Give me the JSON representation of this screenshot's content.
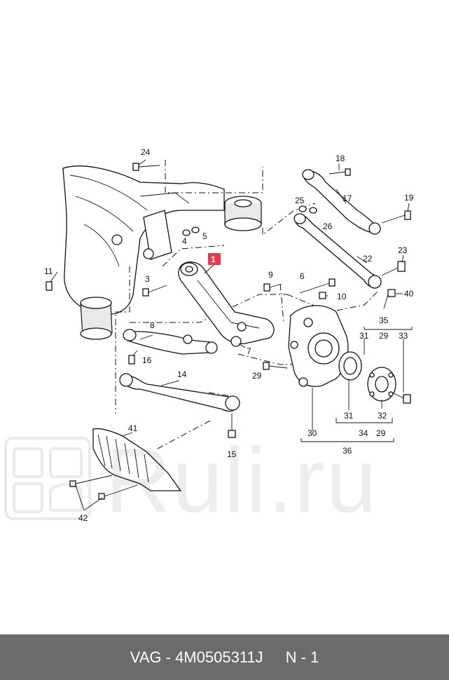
{
  "watermark": {
    "text": "Ruli.ru"
  },
  "callouts": {
    "n1": "1",
    "n3": "3",
    "n4": "4",
    "n5": "5",
    "n6": "6",
    "n7": "7",
    "n8": "8",
    "n9": "9",
    "n10": "10",
    "n11": "11",
    "n14": "14",
    "n15": "15",
    "n16": "16",
    "n17": "17",
    "n18": "18",
    "n19": "19",
    "n22": "22",
    "n23": "23",
    "n24": "24",
    "n25": "25",
    "n26": "26",
    "n29a": "29",
    "n29b": "29",
    "n29c": "29",
    "n30": "30",
    "n31a": "31",
    "n31b": "31",
    "n32": "32",
    "n33": "33",
    "n34": "34",
    "n35": "35",
    "n36": "36",
    "n40": "40",
    "n41": "41",
    "n42": "42"
  },
  "highlight_color": "#e8394b",
  "footer": {
    "brand": "VAG",
    "separator": "-",
    "part_number": "4M0505311J",
    "position": "N - 1"
  }
}
